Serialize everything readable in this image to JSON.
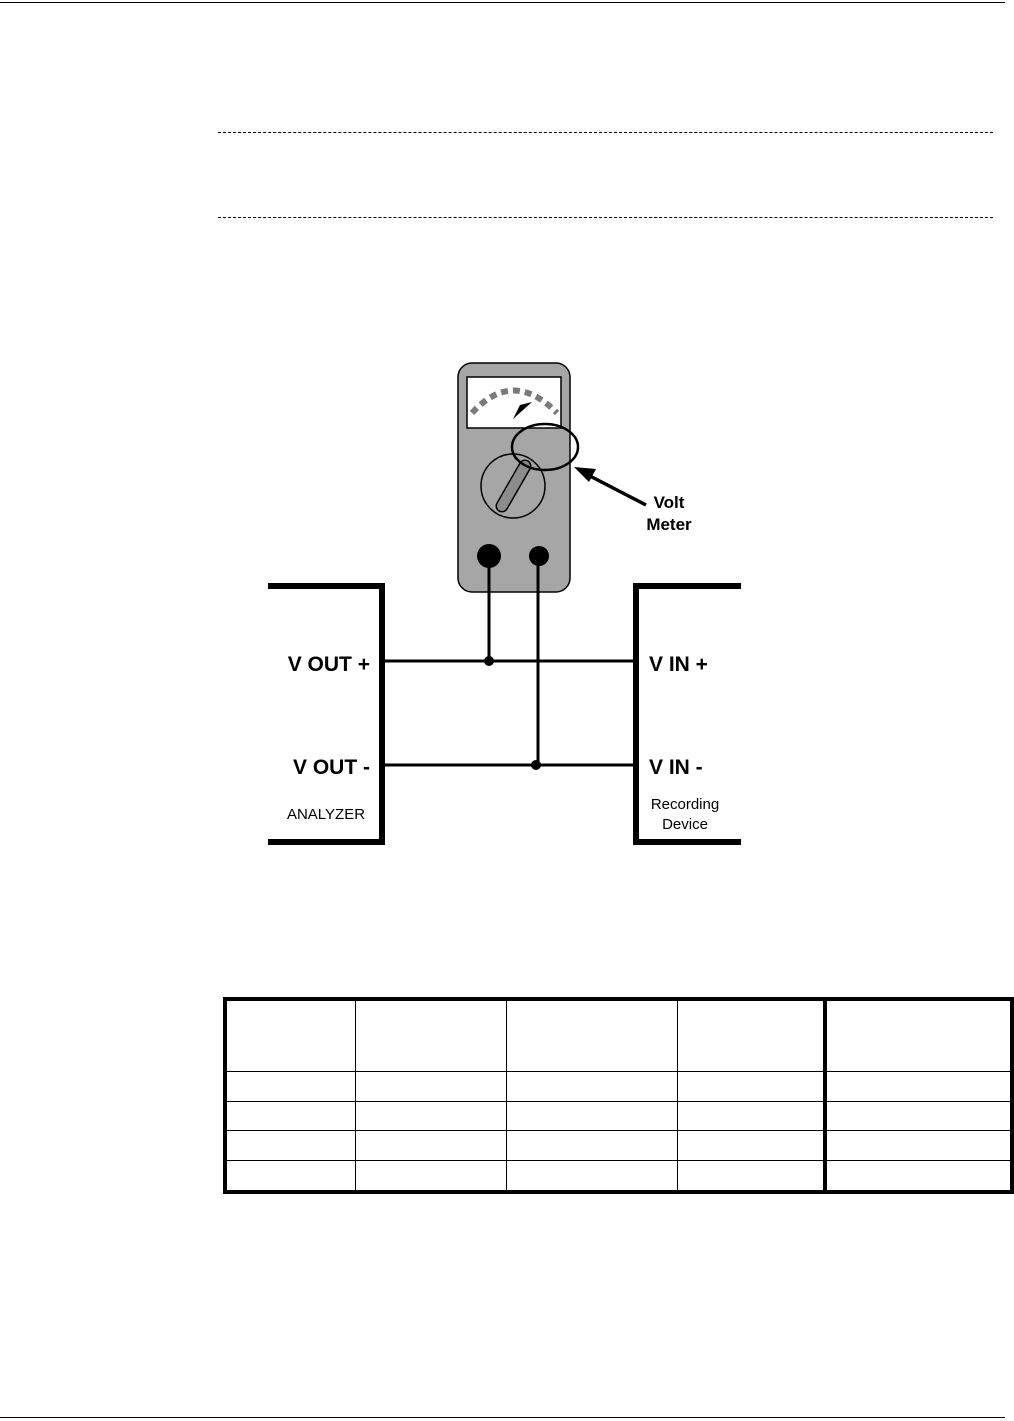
{
  "diagram": {
    "meter_label_line1": "Volt",
    "meter_label_line2": "Meter",
    "analyzer": {
      "vout_plus": "V OUT +",
      "vout_minus": "V OUT -",
      "name": "ANALYZER"
    },
    "recorder": {
      "vin_plus": "V IN +",
      "vin_minus": "V IN -",
      "name_line1": "Recording",
      "name_line2": "Device"
    }
  },
  "table": {
    "columns": [
      "",
      "",
      "",
      "",
      ""
    ],
    "rows": [
      [
        "",
        "",
        "",
        "",
        ""
      ],
      [
        "",
        "",
        "",
        "",
        ""
      ],
      [
        "",
        "",
        "",
        "",
        ""
      ],
      [
        "",
        "",
        "",
        "",
        ""
      ]
    ]
  }
}
